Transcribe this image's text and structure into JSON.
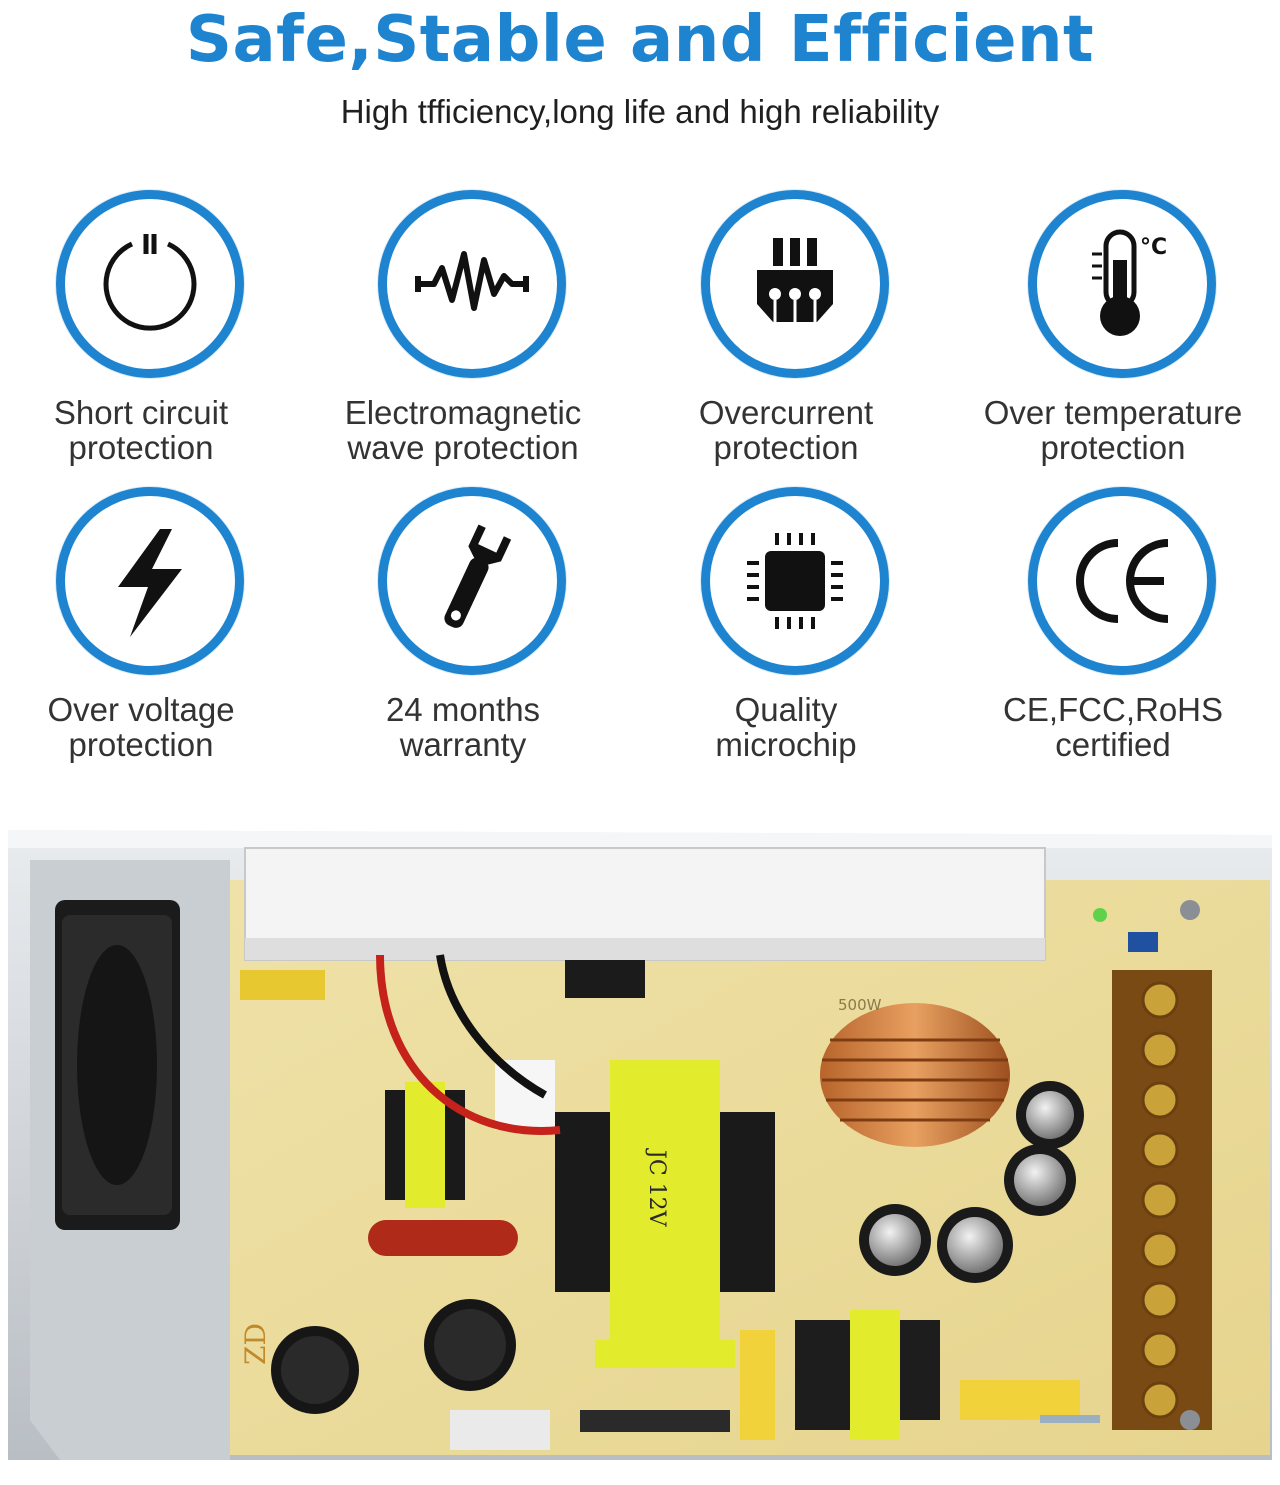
{
  "header": {
    "title": "Safe,Stable and Efficient",
    "subtitle": "High tfficiency,long life and high reliability"
  },
  "accent_color": "#1e84d0",
  "features": [
    {
      "icon": "power-icon",
      "line1": "Short circuit",
      "line2": "protection"
    },
    {
      "icon": "wave-icon",
      "line1": "Electromagnetic",
      "line2": "wave protection"
    },
    {
      "icon": "plug-icon",
      "line1": "Overcurrent",
      "line2": "protection"
    },
    {
      "icon": "thermometer-icon",
      "line1": "Over temperature",
      "line2": "protection"
    },
    {
      "icon": "lightning-icon",
      "line1": "Over voltage",
      "line2": "protection"
    },
    {
      "icon": "wrench-icon",
      "line1": "24 months",
      "line2": "warranty"
    },
    {
      "icon": "microchip-icon",
      "line1": "Quality",
      "line2": "microchip"
    },
    {
      "icon": "ce-mark-icon",
      "line1": "CE,FCC,RoHS",
      "line2": "certified"
    }
  ],
  "board": {
    "transformer_text": "JC 12V",
    "board_marking": "ZD",
    "inductor_text": "500W",
    "thermometer_unit": "°C"
  }
}
